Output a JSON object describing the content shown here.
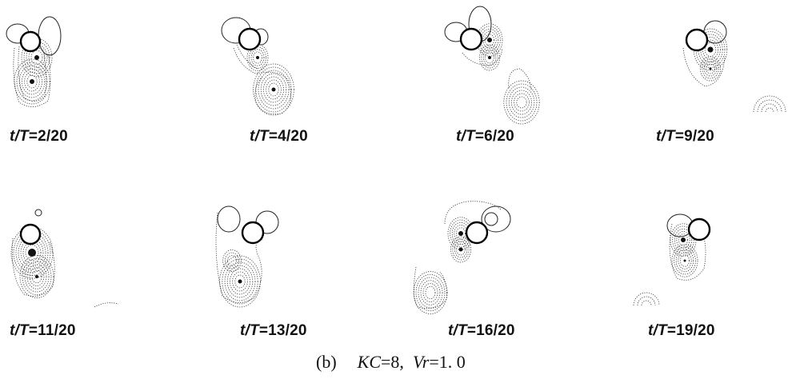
{
  "figure": {
    "panels": [
      {
        "var": "t/T",
        "eq": "=",
        "value": "2/20"
      },
      {
        "var": "t/T",
        "eq": "=",
        "value": "4/20"
      },
      {
        "var": "t/T",
        "eq": "=",
        "value": "6/20"
      },
      {
        "var": "t/T",
        "eq": "=",
        "value": "9/20"
      },
      {
        "var": "t/T",
        "eq": "=",
        "value": "11/20"
      },
      {
        "var": "t/T",
        "eq": "=",
        "value": "13/20"
      },
      {
        "var": "t/T",
        "eq": "=",
        "value": "16/20"
      },
      {
        "var": "t/T",
        "eq": "=",
        "value": "19/20"
      }
    ],
    "caption": {
      "tag": "(b)",
      "kc_label": "KC",
      "kc_value": "=8,",
      "vr_label": "Vr",
      "vr_value": "=1. 0"
    }
  }
}
